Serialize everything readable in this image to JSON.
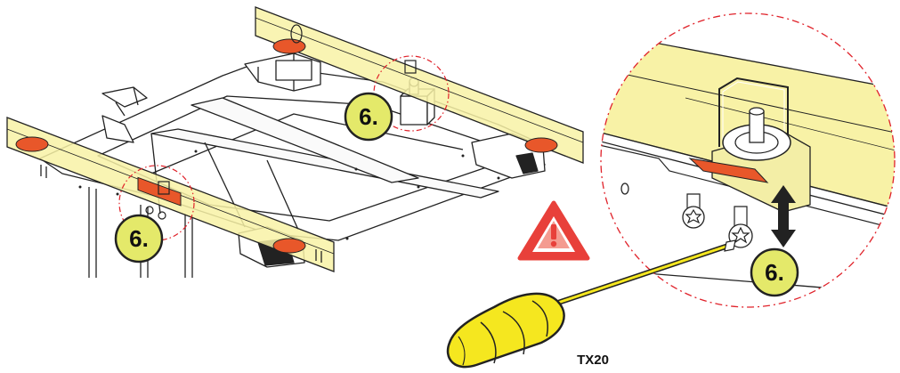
{
  "step_labels": [
    "6.",
    "6.",
    "6."
  ],
  "tool_label": "TX20",
  "colors": {
    "level_bar": "#f8f2a6",
    "bubble": "#e8572a",
    "step_badge": "#e4e96a",
    "callout_dash": "#e0222a",
    "warning": "#e8403a",
    "screwdriver_handle": "#f5e71f",
    "line": "#222222"
  },
  "icons": [
    "warning-triangle-icon",
    "torx-screw-icon",
    "adjust-up-down-arrow-icon",
    "screwdriver-icon"
  ]
}
